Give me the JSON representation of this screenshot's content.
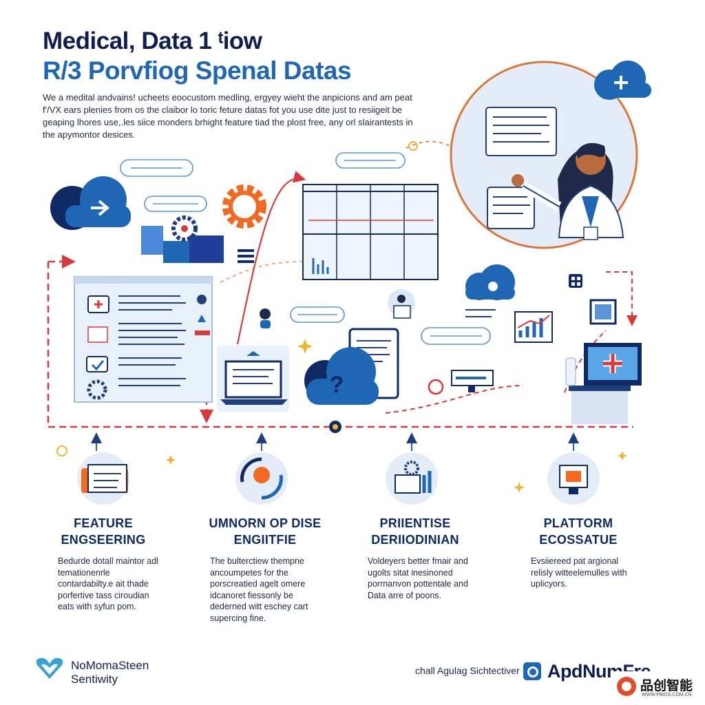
{
  "header": {
    "title_line1": "Medical, Data 1 ᵗiow",
    "title_line2": "R/3 Porvfiog Spenal Datas",
    "intro": "We a medital andvains! ucheets eoocustom medling, ergyey wieht the anpicions and am peat f'/VX ears plenies from os the claibor lo toric feture datas fot you use dite just to resiigeit be geaping lhores use,.les siice monders brhight feature tiad the plost free, any orl slairantests in the apymontor desices."
  },
  "colors": {
    "navy": "#0f2a62",
    "blue": "#1f67b4",
    "light_blue": "#dbe8f6",
    "orange": "#f26a21",
    "red": "#d63a3a",
    "gold": "#f1b52c"
  },
  "icons": [
    "cloud-plus-icon",
    "cloud-arrow-icon",
    "gear-icon",
    "monitor-icon",
    "cloud-question-icon",
    "nurse-illustration",
    "bar-chart-icon",
    "medical-cross-icon"
  ],
  "stages": [
    {
      "title": "FEATURE ENGSEERING",
      "desc": "Bedurde dotall maintor adl temationenrle contardabilty.e ait thade porfertive tass ciroudian eats with syfun pom."
    },
    {
      "title": "UMNORN OP DISE ENGIITFIE",
      "desc": "The bulterctiew thempne ancoumpetes for the porscreatied agelt omere idcanoret fiessonly be dederned witt eschey cart supercing fine."
    },
    {
      "title": "PRIIENTISE DERIIODINIAN",
      "desc": "Voldeyers better fmair and ugolts sitat inesinoned porrnanvon pottentale and Data arre of poons."
    },
    {
      "title": "PLATTORM ECOSSATUE",
      "desc": "Evsiiereed pat argional relisly witteelemulles with uplicyors."
    }
  ],
  "footer": {
    "brand_left_line1": "NoMomaSteen",
    "brand_left_line2": "Sentiwity",
    "tagline": "chall Agulag Sichtectiver",
    "brand_right": "ApdNumFre",
    "watermark_text": "品创智能",
    "watermark_url": "WWW.PBIDS.COM.CN"
  }
}
